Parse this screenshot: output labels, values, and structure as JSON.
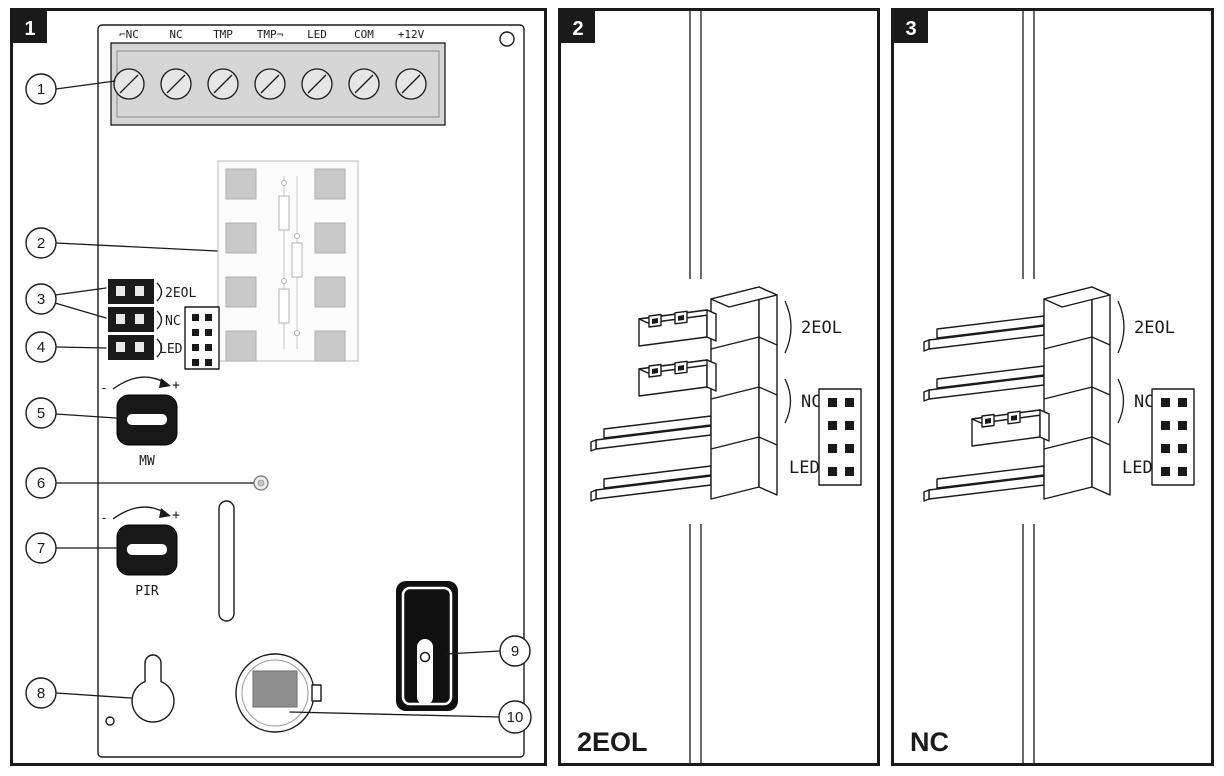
{
  "colors": {
    "line": "#1a1a1a",
    "terminal_fill": "#d6d6d6",
    "pad_fill": "#c9c9c9",
    "sensor_fill": "#8f8f8f"
  },
  "panel1": {
    "badge": "1",
    "terminals": [
      "⌐NC",
      "NC",
      "TMP",
      "TMP¬",
      "LED",
      "COM",
      "+12V"
    ],
    "jumper_labels": [
      "2EOL",
      "NC",
      "LED"
    ],
    "pot_mw_label": "MW",
    "pot_pir_label": "PIR",
    "adjust_minus": "-",
    "adjust_plus": "+",
    "callouts": [
      "1",
      "2",
      "3",
      "4",
      "5",
      "6",
      "7",
      "8",
      "9",
      "10"
    ]
  },
  "panel2": {
    "badge": "2",
    "jumper_labels": [
      "2EOL",
      "NC",
      "LED"
    ],
    "caption": "2EOL"
  },
  "panel3": {
    "badge": "3",
    "jumper_labels": [
      "2EOL",
      "NC",
      "LED"
    ],
    "caption": "NC"
  }
}
